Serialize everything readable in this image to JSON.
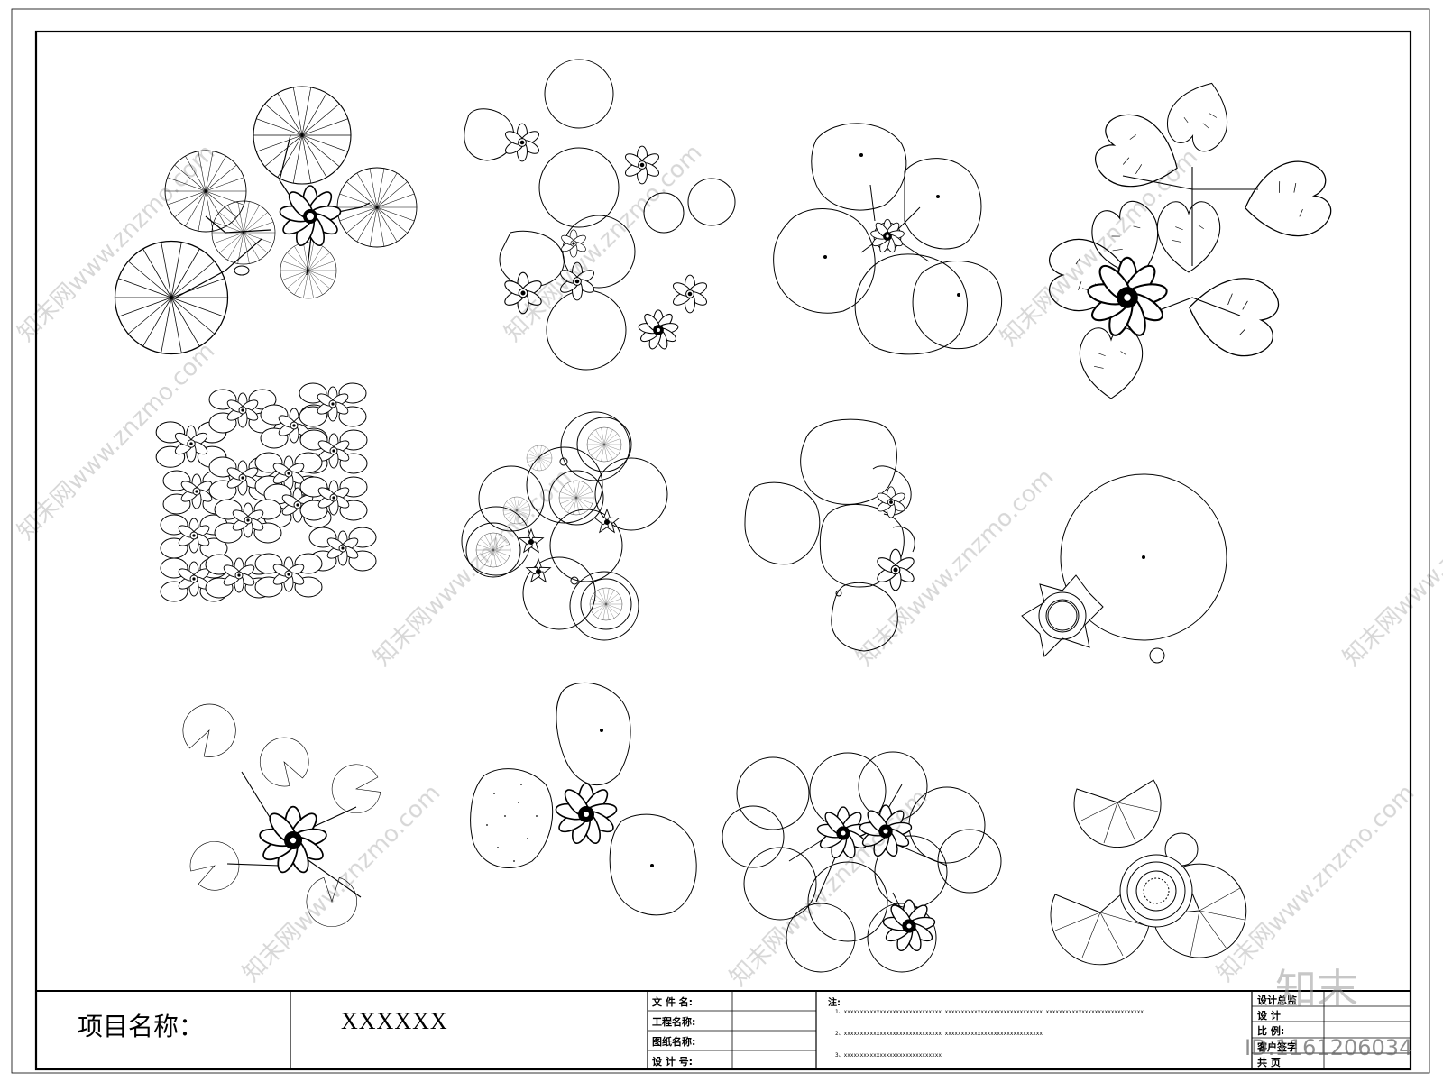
{
  "title_block": {
    "project_label": "项目名称：",
    "project_value": "XXXXXX",
    "file_name_label": "文 件 名:",
    "project_name_label": "工程名称:",
    "drawing_name_label": "图纸名称:",
    "design_no_label": "设 计 号:",
    "notes_title": "注:",
    "notes": [
      "1、xxxxxxxxxxxxxxxxxxxxxxxxxxxxxx   xxxxxxxxxxxxxxxxxxxxxxxxxxxxxx   xxxxxxxxxxxxxxxxxxxxxxxxxxxxxx",
      "2、xxxxxxxxxxxxxxxxxxxxxxxxxxxxxx   xxxxxxxxxxxxxxxxxxxxxxxxxxxxxx",
      "3、xxxxxxxxxxxxxxxxxxxxxxxxxxxxxx"
    ],
    "sign_labels": [
      "设计总监",
      "设  计",
      "比   例:",
      "客户签字",
      "共    页"
    ]
  },
  "watermark": {
    "site": "知末网www.znzmo.com",
    "logo": "知末",
    "id": "ID:1161206034"
  }
}
